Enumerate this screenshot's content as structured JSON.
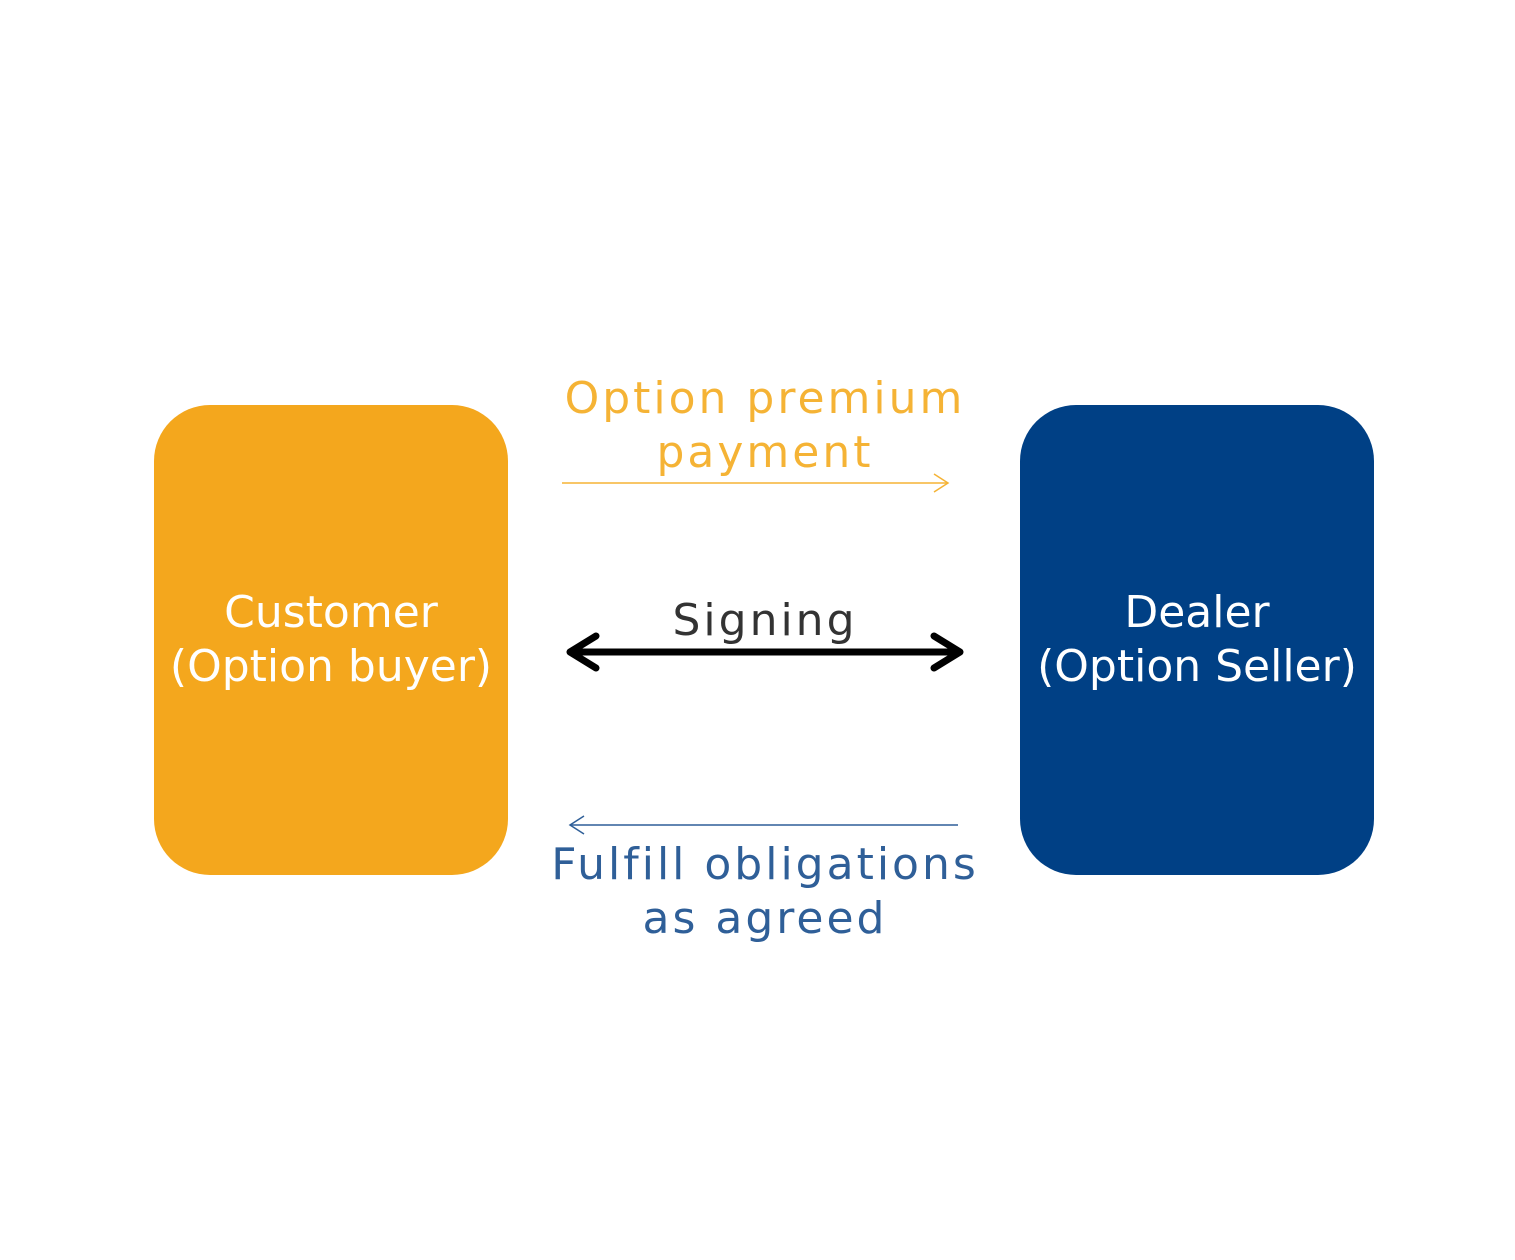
{
  "colors": {
    "customer": "#f4a71d",
    "dealer": "#004085",
    "premium": "#f5b335",
    "fulfill": "#2f5f98",
    "signing": "#000000"
  },
  "customer": {
    "line1": "Customer",
    "line2": "(Option buyer)"
  },
  "dealer": {
    "line1": "Dealer",
    "line2": "(Option Seller)"
  },
  "flows": {
    "premium": {
      "line1": "Option premium",
      "line2": "payment"
    },
    "signing": {
      "label": "Signing"
    },
    "fulfill": {
      "line1": "Fulfill obligations",
      "line2": "as agreed"
    }
  }
}
